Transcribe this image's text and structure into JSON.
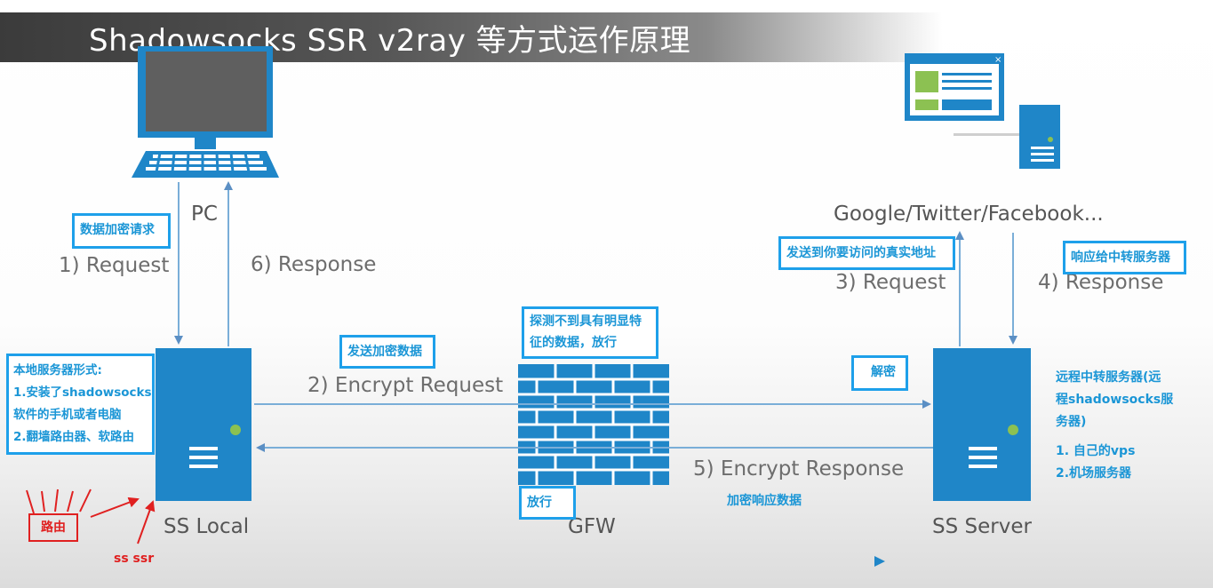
{
  "title": "Shadowsocks SSR v2ray 等方式运作原理",
  "nodes": {
    "pc": "PC",
    "sites": "Google/Twitter/Facebook...",
    "ss_local": "SS Local",
    "gfw": "GFW",
    "ss_server": "SS Server"
  },
  "arrows": {
    "request1": "1) Request",
    "response6": "6) Response",
    "encrypt_request": "2) Encrypt Request",
    "request3": "3) Request",
    "response4": "4) Response",
    "encrypt_response": "5) Encrypt Response"
  },
  "annotations": {
    "encrypt_req_note": "数据加密请求",
    "send_encrypted": "发送加密数据",
    "gfw_probe_line1": "探测不到具有明显特",
    "gfw_probe_line2": "征的数据，放行",
    "decrypt": "解密",
    "send_real_addr": "发送到你要访问的真实地址",
    "respond_to_relay": "响应给中转服务器",
    "allow": "放行",
    "encrypted_response_data": "加密响应数据",
    "local_title": "本地服务器形式:",
    "local_item1": "1.安装了shadowsocks",
    "local_item2": "软件的手机或者电脑",
    "local_item3": "2.翻墙路由器、软路由",
    "remote_line1": "远程中转服务器(远",
    "remote_line2": "程shadowsocks服",
    "remote_line3": "务器)",
    "remote_item1": "1. 自己的vps",
    "remote_item2": "2.机场服务器",
    "router": "路由",
    "ss_ssr": "ss ssr"
  },
  "colors": {
    "icon_blue": "#1f86c8",
    "annotation_blue": "#1ea0ea",
    "arrow": "#7aaed8",
    "marker_red": "#e02020"
  }
}
